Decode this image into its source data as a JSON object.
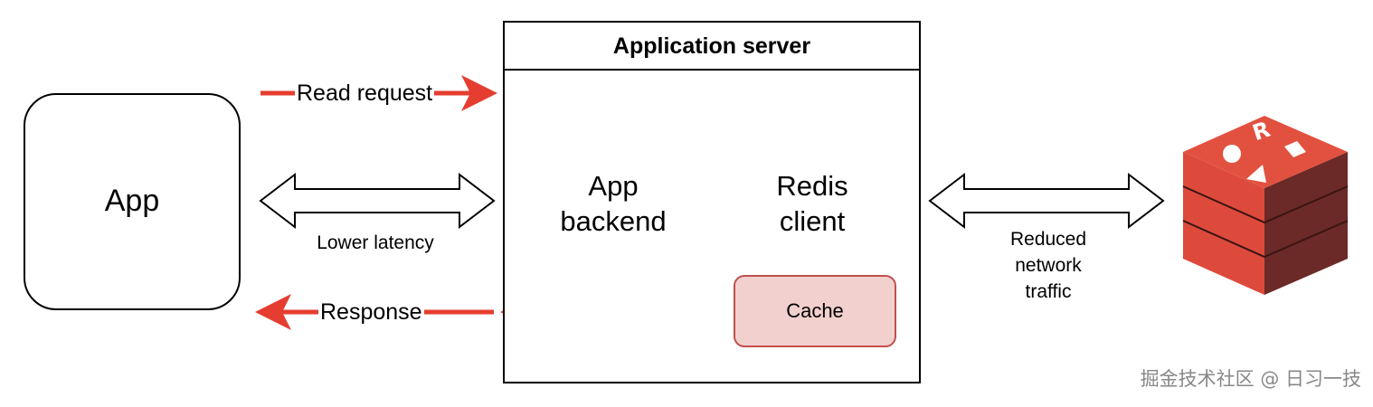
{
  "app": {
    "label": "App"
  },
  "server": {
    "title": "Application server",
    "backend_line1": "App",
    "backend_line2": "backend",
    "client_line1": "Redis",
    "client_line2": "client",
    "cache_label": "Cache"
  },
  "flows": {
    "read_request": "Read request",
    "response": "Response",
    "lower_latency": "Lower latency",
    "network_line1": "Reduced",
    "network_line2": "network",
    "network_line3": "traffic"
  },
  "watermark": "掘金技术社区 @ 日习一技",
  "colors": {
    "flow_arrow": "#e53d2f",
    "cache_fill": "#f2d0ce",
    "cache_border": "#c0504d",
    "redis_red": "#dd4a3b",
    "redis_dark": "#6b2a27",
    "redis_side": "#c23c2f"
  },
  "icons": {
    "redis_logo": "redis-stack-icon"
  }
}
